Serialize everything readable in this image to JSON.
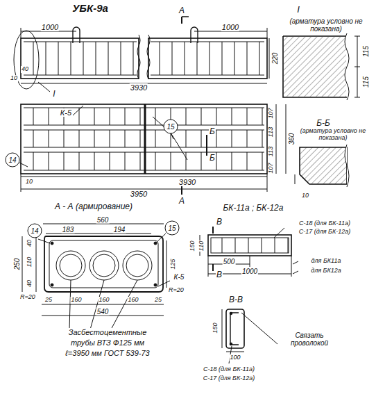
{
  "diagram": {
    "title": "УБК-9а",
    "labels": [
      "А",
      "I",
      "(арматура условно не показана)",
      "1000",
      "1000",
      "220",
      "40",
      "10",
      "I",
      "3930",
      "115",
      "115",
      "А",
      "К-5",
      "15",
      "Б",
      "Б",
      "14",
      "107",
      "113",
      "113",
      "107",
      "360",
      "10",
      "3930",
      "3950",
      "Б-Б",
      "(арматура условно не показана)",
      "10",
      "А - А (армирование)",
      "560",
      "183",
      "194",
      "14",
      "15",
      "40",
      "110",
      "250",
      "125",
      "40",
      "К-5",
      "R=20",
      "R=20",
      "25",
      "160",
      "160",
      "160",
      "25",
      "540",
      "Засбестоцементные",
      "трубы ВТЗ Ф125 мм",
      "ℓ=3950 мм ГОСТ 539-73",
      "БК-11а ; БК-12а",
      "В",
      "С-18 (для БК-11а)",
      "С-17 (для БК-12а)",
      "150",
      "110",
      "500",
      "для БК11а",
      "1000",
      "для БК12а",
      "В",
      "В-В",
      "150",
      "100",
      "Связать проволокой",
      "С-18 (для БК-11а)",
      "С-17 (для БК-12а)"
    ]
  }
}
